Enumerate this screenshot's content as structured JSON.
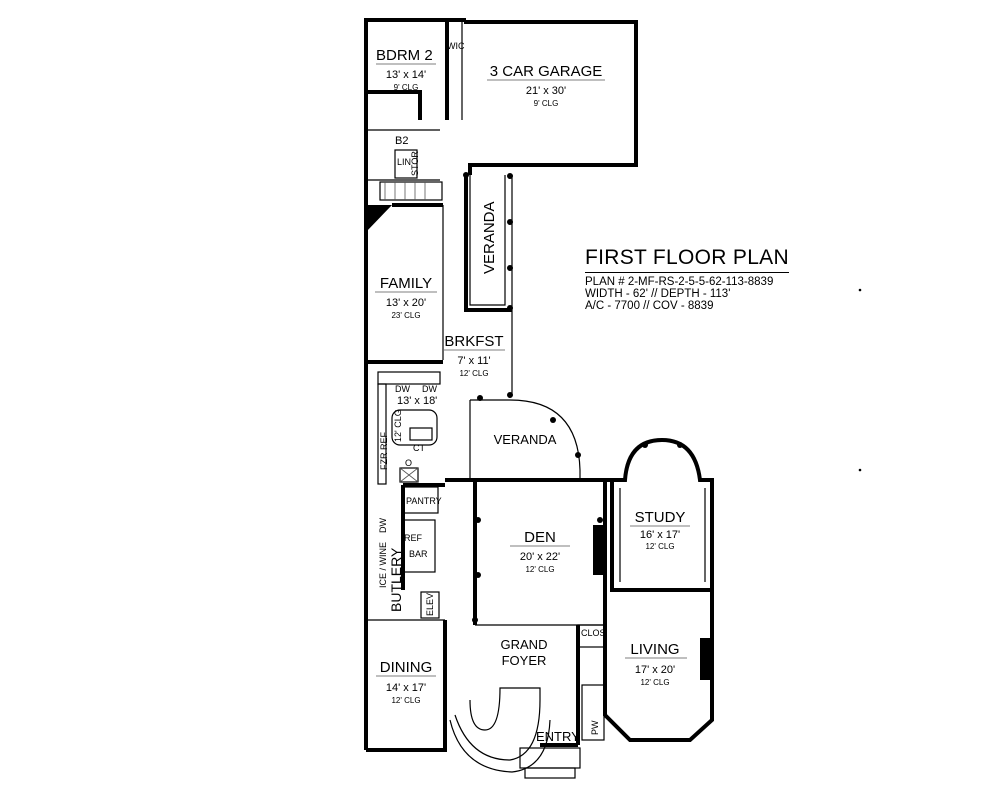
{
  "title_block": {
    "title": "FIRST FLOOR PLAN",
    "lines": [
      "PLAN # 2-MF-RS-2-5-5-62-113-8839",
      "WIDTH - 62' // DEPTH - 113'",
      "A/C - 7700 // COV - 8839"
    ]
  },
  "rooms": {
    "bdrm2": {
      "name": "BDRM 2",
      "size": "13' x 14'",
      "clg": "9' CLG"
    },
    "garage": {
      "name": "3 CAR GARAGE",
      "size": "21' x 30'",
      "clg": "9' CLG"
    },
    "wic": {
      "name": "WIC"
    },
    "b2": {
      "name": "B2"
    },
    "lin": {
      "name": "LIN"
    },
    "stor": {
      "name": "STOR"
    },
    "veranda_top": {
      "name": "VERANDA"
    },
    "family": {
      "name": "FAMILY",
      "size": "13' x 20'",
      "clg": "23' CLG"
    },
    "brkfst": {
      "name": "BRKFST",
      "size": "7' x 11'",
      "clg": "12' CLG"
    },
    "kitchen": {
      "size": "13' x 18'",
      "clg": "12' CLG",
      "dw1": "DW",
      "dw2": "DW",
      "ct": "CT",
      "fzr_ref": "FZR REF",
      "o": "O"
    },
    "veranda_mid": {
      "name": "VERANDA"
    },
    "pantry": {
      "name": "PANTRY"
    },
    "bar": {
      "name": "BAR",
      "ref": "REF"
    },
    "butlery": {
      "name": "BUTLERY",
      "ice_wine": "ICE / WINE",
      "dw": "DW"
    },
    "elev": {
      "name": "ELEV"
    },
    "den": {
      "name": "DEN",
      "size": "20' x 22'",
      "clg": "12' CLG"
    },
    "study": {
      "name": "STUDY",
      "size": "16' x 17'",
      "clg": "12' CLG"
    },
    "clos": {
      "name": "CLOS"
    },
    "living": {
      "name": "LIVING",
      "size": "17' x 20'",
      "clg": "12' CLG"
    },
    "grand_foyer": {
      "name1": "GRAND",
      "name2": "FOYER"
    },
    "dining": {
      "name": "DINING",
      "size": "14' x 17'",
      "clg": "12' CLG"
    },
    "entry": {
      "name": "ENTRY"
    },
    "pw": {
      "name": "PW"
    }
  }
}
